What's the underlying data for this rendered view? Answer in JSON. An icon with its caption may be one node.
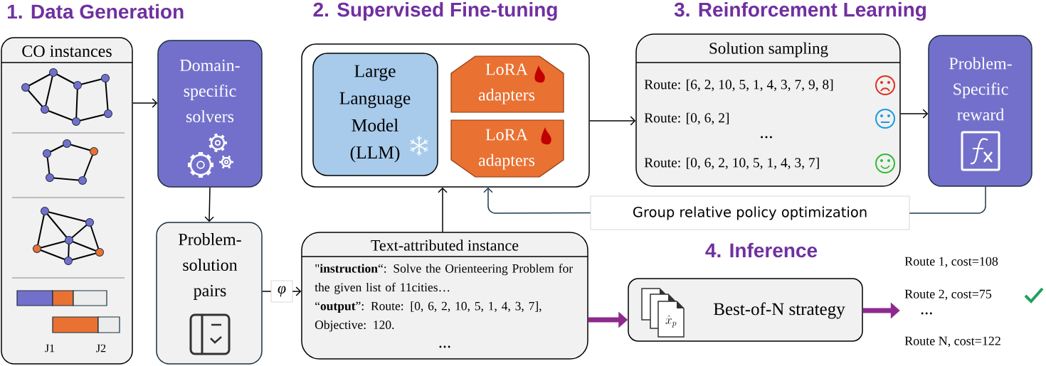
{
  "diagram": {
    "nodes": [
      {
        "text": [
          "CO instances"
        ]
      },
      {
        "text": [
          "Domain-specific solvers"
        ]
      },
      {
        "text": [
          "Problem-solution pairs"
        ]
      },
      {
        "text": [],
        "shape": "box"
      },
      {
        "text": [
          "Large Language Model (LLM)"
        ],
        "in": 3
      },
      {
        "text": [
          "LoRA adapters"
        ],
        "in": 3
      },
      {
        "text": [
          "LoRA adapters"
        ],
        "in": 3
      },
      {
        "text": [
          "Solution sampling",
          "Route: [6, 2, 10, 5, 1, 4, 3, 7, 9, 8]",
          "Route: [0, 6, 2]",
          "…",
          "Route: [0, 6, 2, 10, 5, 1, 4, 3, 7]"
        ]
      },
      {
        "text": [
          "Problem-Specific reward"
        ]
      },
      {
        "text": [
          "Group relative policy optimization"
        ]
      },
      {
        "text": [
          "Text-attributed instance",
          "\"**instruction**“: Solve the Orienteering Problem for the given list of 11cities…",
          "“**output**”: Route: [0, 6, 2, 10, 5, 1, 4, 3, 7], Objective: 120.",
          "…"
        ]
      },
      {
        "text": [
          "Best-of-N strategy"
        ]
      },
      {
        "text": [
          "Route 1, cost=108",
          "Route 2, cost=75",
          "…",
          "Route N, cost=122"
        ]
      }
    ],
    "edges": [
      {
        "from": 0,
        "to": 1,
        "arrow": "to"
      },
      {
        "from": 1,
        "to": 2,
        "arrow": "to"
      },
      {
        "from": 2,
        "to": 10,
        "arrow": "to",
        "label": "φ"
      },
      {
        "from": 10,
        "to": 3,
        "arrow": "to"
      },
      {
        "from": 3,
        "to": 7,
        "arrow": "to"
      },
      {
        "from": 7,
        "to": 8,
        "arrow": "to"
      },
      {
        "from": 8,
        "to": 9,
        "arrow": "none",
        "color": "#1b3a4b"
      },
      {
        "from": 9,
        "to": 3,
        "arrow": "to",
        "color": "#1b3a4b"
      },
      {
        "from": 10,
        "to": 11,
        "arrow": "to",
        "style": "thick",
        "color": "#8e2a8e"
      },
      {
        "from": 11,
        "to": 12,
        "arrow": "to",
        "style": "thick",
        "color": "#8e2a8e"
      }
    ],
    "labels": [
      "1.   Data Generation",
      "2. Supervised Fine-tuning",
      "3. Reinforcement Learning",
      "4. Inference",
      "J1",
      "J2",
      "\\hat{x}_p"
    ]
  }
}
